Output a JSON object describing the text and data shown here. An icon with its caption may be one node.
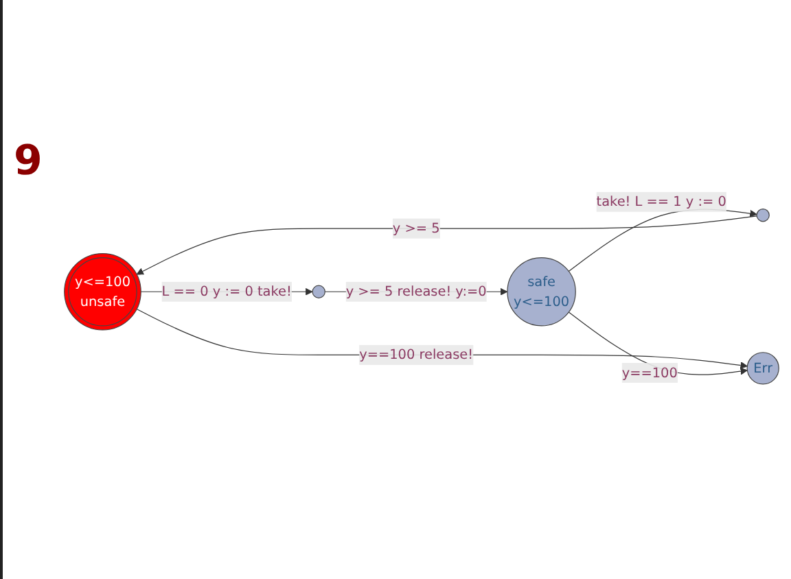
{
  "diagram": {
    "nodes": [
      {
        "text": [
          "y<=100",
          "unsafe"
        ]
      },
      {
        "text": [],
        "shape": "circle"
      },
      {
        "text": [
          "Err"
        ]
      },
      {
        "text": [],
        "shape": "circle"
      },
      {
        "text": [
          "safe",
          "y<=100"
        ]
      }
    ],
    "edges": [
      {
        "from": 0,
        "to": 1,
        "arrow": "to",
        "label": "L == 0 y := 0 take!"
      },
      {
        "from": 0,
        "to": 2,
        "arrow": "to",
        "label": "y==100 release!"
      },
      {
        "from": 1,
        "to": 4,
        "arrow": "to",
        "label": "y >= 5 release! y:=0"
      },
      {
        "from": 4,
        "to": 3,
        "arrow": "to",
        "label": "take! L == 1 y := 0"
      },
      {
        "from": 3,
        "to": 0,
        "arrow": "to",
        "label": "y >= 5"
      },
      {
        "from": 4,
        "to": 2,
        "arrow": "to",
        "label": "y==100"
      }
    ],
    "labels": [
      "9"
    ]
  }
}
